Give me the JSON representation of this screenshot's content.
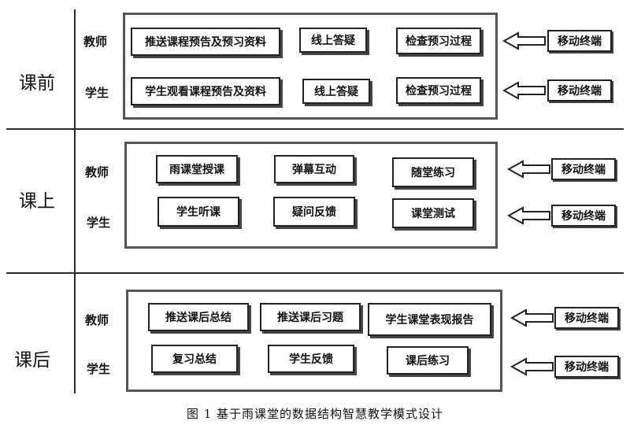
{
  "sections": [
    {
      "phase": "课前",
      "rows": [
        {
          "role": "教师",
          "items": [
            "推送课程预告及预习资料",
            "线上答疑",
            "检查预习过程"
          ],
          "terminal": "移动终端"
        },
        {
          "role": "学生",
          "items": [
            "学生观看课程预告及资料",
            "线上答疑",
            "检查预习过程"
          ],
          "terminal": "移动终端"
        }
      ]
    },
    {
      "phase": "课上",
      "rows": [
        {
          "role": "教师",
          "items": [
            "雨课堂授课",
            "弹幕互动",
            "随堂练习"
          ],
          "terminal": "移动终端"
        },
        {
          "role": "学生",
          "items": [
            "学生听课",
            "疑问反馈",
            "课堂测试"
          ],
          "terminal": "移动终端"
        }
      ]
    },
    {
      "phase": "课后",
      "rows": [
        {
          "role": "教师",
          "items": [
            "推送课后总结",
            "推送课后习题",
            "学生课堂表现报告"
          ],
          "terminal": "移动终端"
        },
        {
          "role": "学生",
          "items": [
            "复习总结",
            "学生反馈",
            "课后练习"
          ],
          "terminal": "移动终端"
        }
      ]
    }
  ],
  "caption": "图 1  基于雨课堂的数据结构智慧教学模式设计"
}
